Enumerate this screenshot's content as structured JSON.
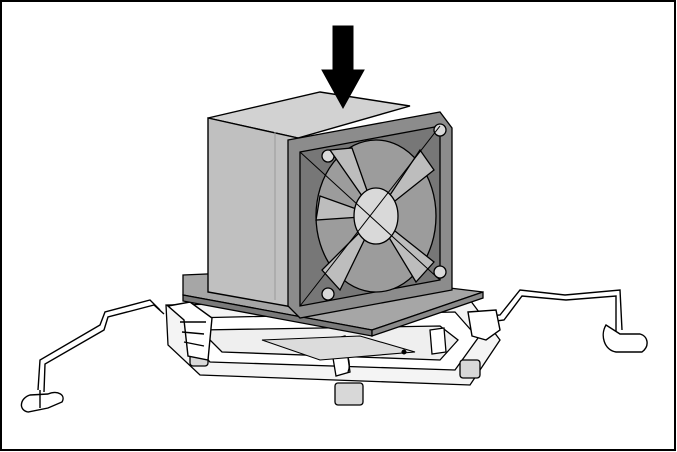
{
  "figure": {
    "subject": "heatsink-fan-assembly-installation",
    "arrow_direction": "down",
    "parts": [
      "press-down-arrow",
      "heatsink-fan-module",
      "fan",
      "heatsink-base-plate",
      "retention-bracket",
      "left-retention-clip",
      "right-retention-clip",
      "processor-socket"
    ]
  },
  "colors": {
    "border": "#000000",
    "background": "#ffffff",
    "heatsink_body": "#c0c0c0",
    "heatsink_top": "#d2d2d2",
    "fan_housing": "#8c8c8c",
    "fan_hub": "#d9d9d9",
    "plate": "#a6a6a6",
    "bracket": "#ffffff",
    "arrow": "#000000"
  }
}
